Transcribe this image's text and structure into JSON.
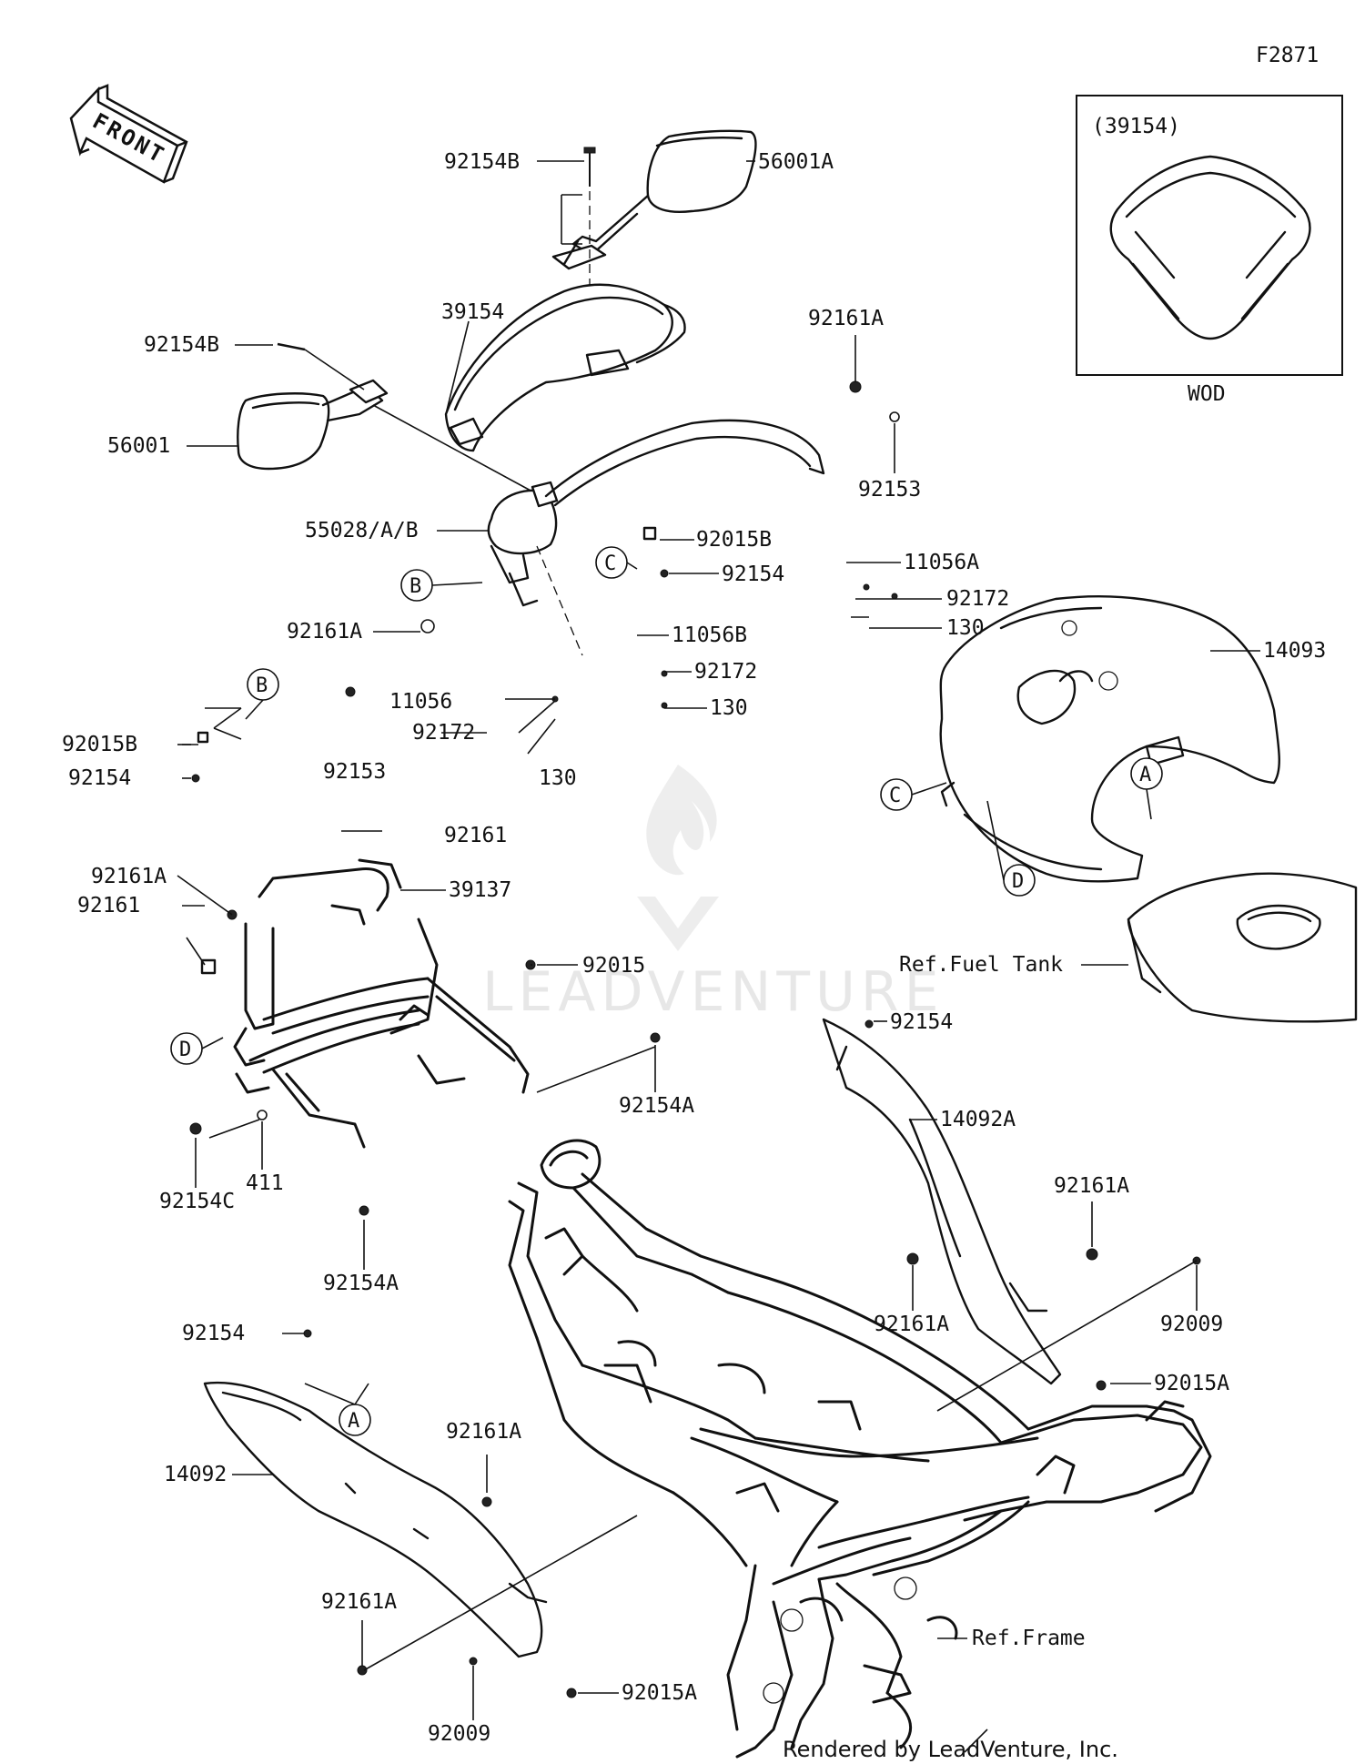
{
  "diagram_id": "F2871",
  "front_arrow_label": "FRONT",
  "inset": {
    "part_ref": "(39154)",
    "caption": "WOD"
  },
  "reference_labels": {
    "fuel_tank": "Ref.Fuel Tank",
    "frame": "Ref.Frame"
  },
  "callout_letters": [
    "A",
    "B",
    "C",
    "D"
  ],
  "part_labels": [
    "92154B",
    "56001A",
    "39154",
    "92154B",
    "56001",
    "92161A",
    "92153",
    "55028/A/B",
    "92015B",
    "92154",
    "11056A",
    "92172",
    "130",
    "92161A",
    "11056B",
    "92172",
    "130",
    "92153",
    "11056",
    "92172",
    "130",
    "92015B",
    "92154",
    "14093",
    "92161",
    "92161A",
    "39137",
    "92161",
    "92015",
    "92154A",
    "411",
    "92154C",
    "92154A",
    "92154",
    "14092A",
    "92161A",
    "92161A",
    "92009",
    "92015A",
    "92154",
    "14092",
    "92161A",
    "92161A",
    "92009",
    "92015A"
  ],
  "credit": "Rendered by LeadVenture, Inc.",
  "watermark": "LEADVENTURE"
}
